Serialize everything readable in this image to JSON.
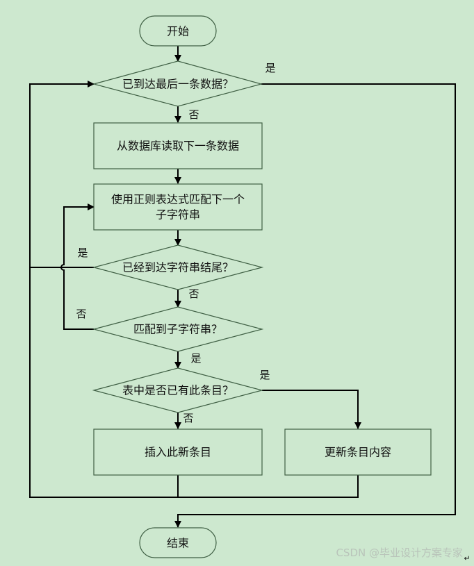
{
  "nodes": {
    "start": "开始",
    "decision_last_record": "已到达最后一条数据？",
    "read_next_record": "从数据库读取下一条数据",
    "regex_match_line1": "使用正则表达式匹配下一个",
    "regex_match_line2": "子字符串",
    "decision_end_of_string": "已经到达字符串结尾？",
    "decision_matched": "匹配到子字符串？",
    "decision_entry_exists": "表中是否已有此条目？",
    "insert_entry": "插入此新条目",
    "update_entry": "更新条目内容",
    "end": "结束"
  },
  "labels": {
    "last_yes": "是",
    "last_no": "否",
    "end_of_string_yes": "是",
    "end_of_string_no": "否",
    "matched_no": "否",
    "matched_yes": "是",
    "exists_yes": "是",
    "exists_no": "否"
  },
  "watermark": "CSDN @毕业设计方案专家",
  "corner_mark": "↵"
}
